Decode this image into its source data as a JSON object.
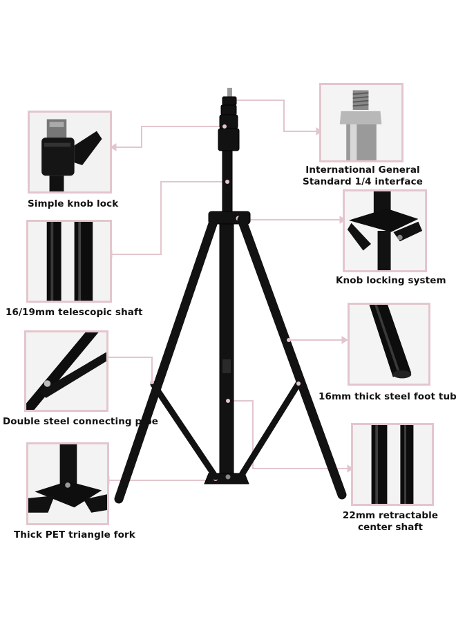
{
  "accent_color": "#e3c6cd",
  "callouts": [
    {
      "id": "interface",
      "label_lines": [
        "International General",
        "Standard 1/4 interface"
      ],
      "icon": "threaded-screw-icon"
    },
    {
      "id": "knob-lock",
      "label_lines": [
        "Simple knob lock"
      ],
      "icon": "knob-lock-icon"
    },
    {
      "id": "knob-system",
      "label_lines": [
        "Knob locking system"
      ],
      "icon": "knob-locking-system-icon"
    },
    {
      "id": "shaft",
      "label_lines": [
        "16/19mm telescopic shaft"
      ],
      "icon": "telescopic-shaft-icon"
    },
    {
      "id": "foot-tube",
      "label_lines": [
        "16mm thick steel foot tube"
      ],
      "icon": "foot-tube-icon"
    },
    {
      "id": "connecting-pipe",
      "label_lines": [
        "Double steel connecting pipe"
      ],
      "icon": "connecting-pipe-icon"
    },
    {
      "id": "center-shaft",
      "label_lines": [
        "22mm retractable",
        "center shaft"
      ],
      "icon": "center-shaft-icon"
    },
    {
      "id": "triangle-fork",
      "label_lines": [
        "Thick PET triangle fork"
      ],
      "icon": "triangle-fork-icon"
    }
  ]
}
